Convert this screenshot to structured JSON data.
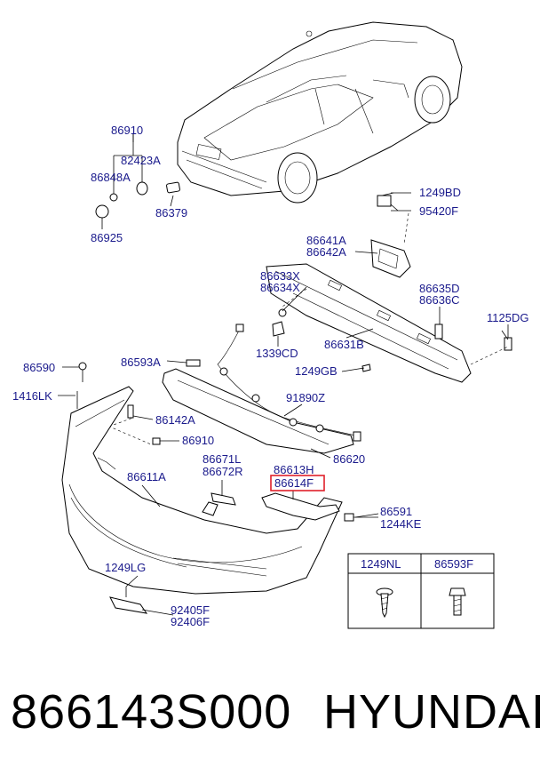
{
  "labels": {
    "p86910_top": "86910",
    "p82423A": "82423A",
    "p86848A": "86848A",
    "p86379": "86379",
    "p86925": "86925",
    "p1249BD": "1249BD",
    "p95420F": "95420F",
    "p86641A": "86641A",
    "p86642A": "86642A",
    "p86633X": "86633X",
    "p86634X": "86634X",
    "p86635D": "86635D",
    "p86636C": "86636C",
    "p1125DG": "1125DG",
    "p1339CD": "1339CD",
    "p86631B": "86631B",
    "p1249GB": "1249GB",
    "p86590": "86590",
    "p86593A": "86593A",
    "p1416LK": "1416LK",
    "p91890Z": "91890Z",
    "p86142A": "86142A",
    "p86910_mid": "86910",
    "p86620": "86620",
    "p86671L": "86671L",
    "p86672R": "86672R",
    "p86613H": "86613H",
    "p86614F": "86614F",
    "p86611A": "86611A",
    "p86591": "86591",
    "p1244KE": "1244KE",
    "p1249LG": "1249LG",
    "p92405F": "92405F",
    "p92406F": "92406F"
  },
  "legend_table": {
    "col1": "1249NL",
    "col2": "86593F"
  },
  "highlight_color": "#e0202a",
  "label_color": "#1a1a8c",
  "caption": {
    "part_number": "866143S000",
    "brand": "HYUNDAI"
  }
}
